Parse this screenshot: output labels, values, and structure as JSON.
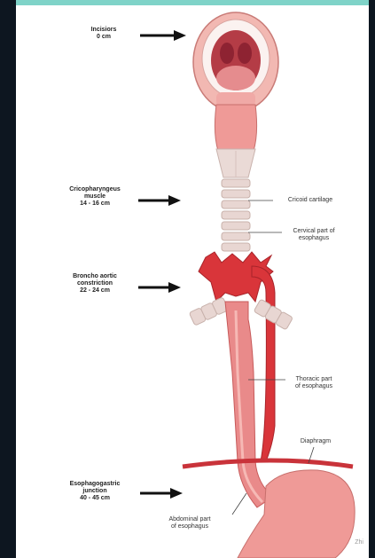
{
  "colors": {
    "background": "#0d1620",
    "panel": "#ffffff",
    "accent_bar": "#7fd3c8",
    "tissue": "#e98a8a",
    "tissue_dark": "#c94a4a",
    "artery": "#d9353a",
    "cartilage": "#e8d6d2"
  },
  "left_labels": [
    {
      "line1": "Incisiors",
      "line2": "0 cm",
      "line3": ""
    },
    {
      "line1": "Cricopharyngeus",
      "line2": "muscle",
      "line3": "14 - 16 cm"
    },
    {
      "line1": "Broncho aortic",
      "line2": "constriction",
      "line3": "22 - 24 cm"
    },
    {
      "line1": "Esophagogastric",
      "line2": "junction",
      "line3": "40 - 45 cm"
    }
  ],
  "right_labels": [
    {
      "line1": "Cricoid cartilage",
      "line2": ""
    },
    {
      "line1": "Cervical part of",
      "line2": "esophagus"
    },
    {
      "line1": "Thoracic part",
      "line2": "of esophagus"
    },
    {
      "line1": "Diaphragm",
      "line2": ""
    },
    {
      "line1": "Abdominal part",
      "line2": "of esophagus"
    }
  ],
  "credit": "Zhi"
}
